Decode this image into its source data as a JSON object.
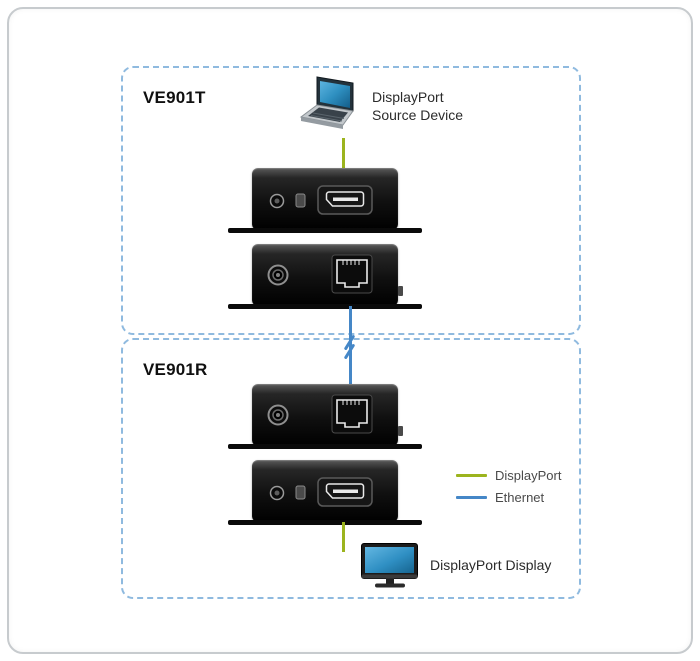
{
  "diagram": {
    "transmitter": {
      "label": "VE901T"
    },
    "receiver": {
      "label": "VE901R"
    },
    "source_device": {
      "label_line1": "DisplayPort",
      "label_line2": "Source Device"
    },
    "display_device": {
      "label": "DisplayPort Display"
    },
    "legend": {
      "items": [
        {
          "name": "displayport",
          "label": "DisplayPort",
          "color": "#9cb41e"
        },
        {
          "name": "ethernet",
          "label": "Ethernet",
          "color": "#4587c7"
        }
      ]
    },
    "colors": {
      "displayport_line": "#9cb41e",
      "ethernet_line": "#4587c7",
      "group_border": "#8fbadf"
    }
  }
}
